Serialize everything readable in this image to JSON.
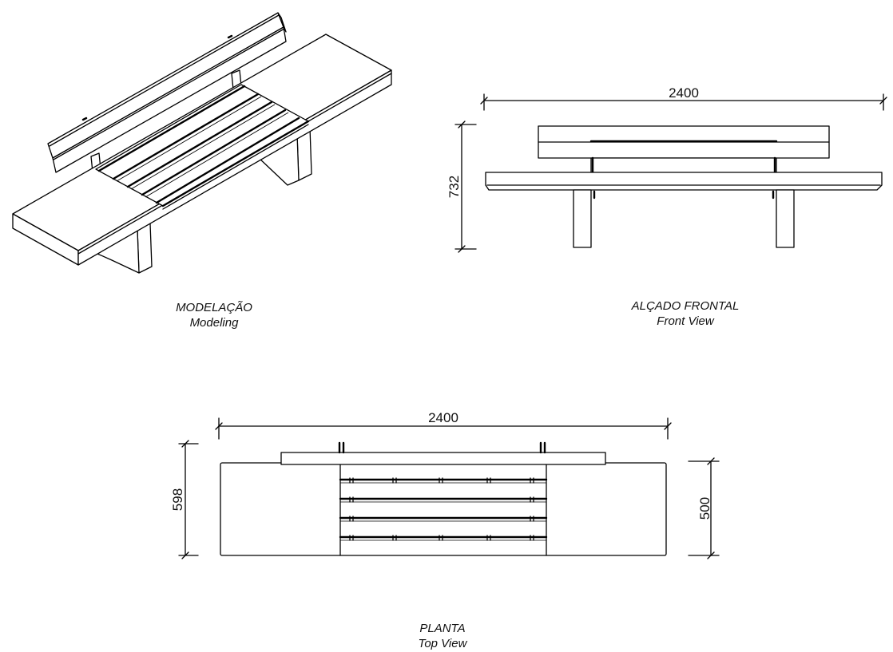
{
  "views": {
    "modeling": {
      "title_pt": "MODELAÇÃO",
      "title_en": "Modeling"
    },
    "front": {
      "title_pt": "ALÇADO FRONTAL",
      "title_en": "Front View",
      "dim_width": "2400",
      "dim_height": "732"
    },
    "plan": {
      "title_pt": "PLANTA",
      "title_en": "Top View",
      "dim_width": "2400",
      "dim_depth_total": "598",
      "dim_depth_seat": "500"
    }
  },
  "colors": {
    "line": "#000000",
    "background": "#ffffff"
  }
}
